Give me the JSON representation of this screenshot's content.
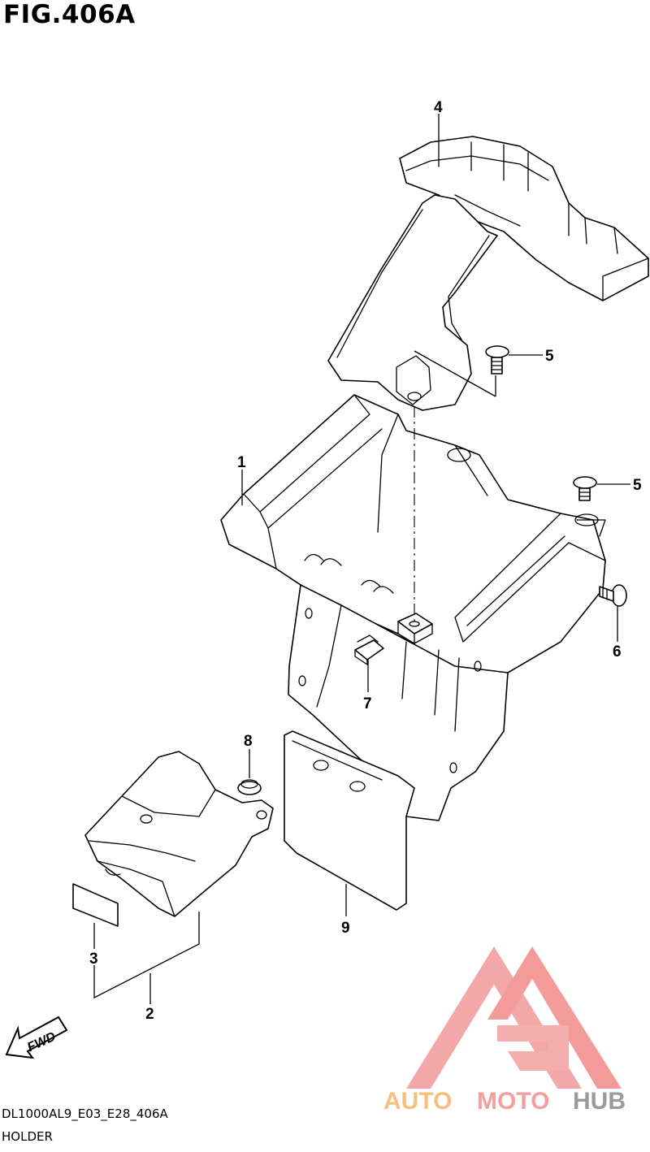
{
  "figure": {
    "title": "FIG.406A",
    "code": "DL1000AL9_E03_E28_406A",
    "name": "HOLDER"
  },
  "fwd_label": "FWD",
  "watermark": {
    "text_a": "AUTO",
    "text_b": "MOTO",
    "text_c": "HUB",
    "color_a": "#f5b469",
    "color_b": "#ef8f8f",
    "color_c": "#8a8a8a"
  },
  "callouts": [
    {
      "id": "1",
      "label": "1"
    },
    {
      "id": "2",
      "label": "2"
    },
    {
      "id": "3",
      "label": "3"
    },
    {
      "id": "4",
      "label": "4"
    },
    {
      "id": "5a",
      "label": "5"
    },
    {
      "id": "5b",
      "label": "5"
    },
    {
      "id": "6",
      "label": "6"
    },
    {
      "id": "7",
      "label": "7"
    },
    {
      "id": "8",
      "label": "8"
    },
    {
      "id": "9",
      "label": "9"
    }
  ]
}
